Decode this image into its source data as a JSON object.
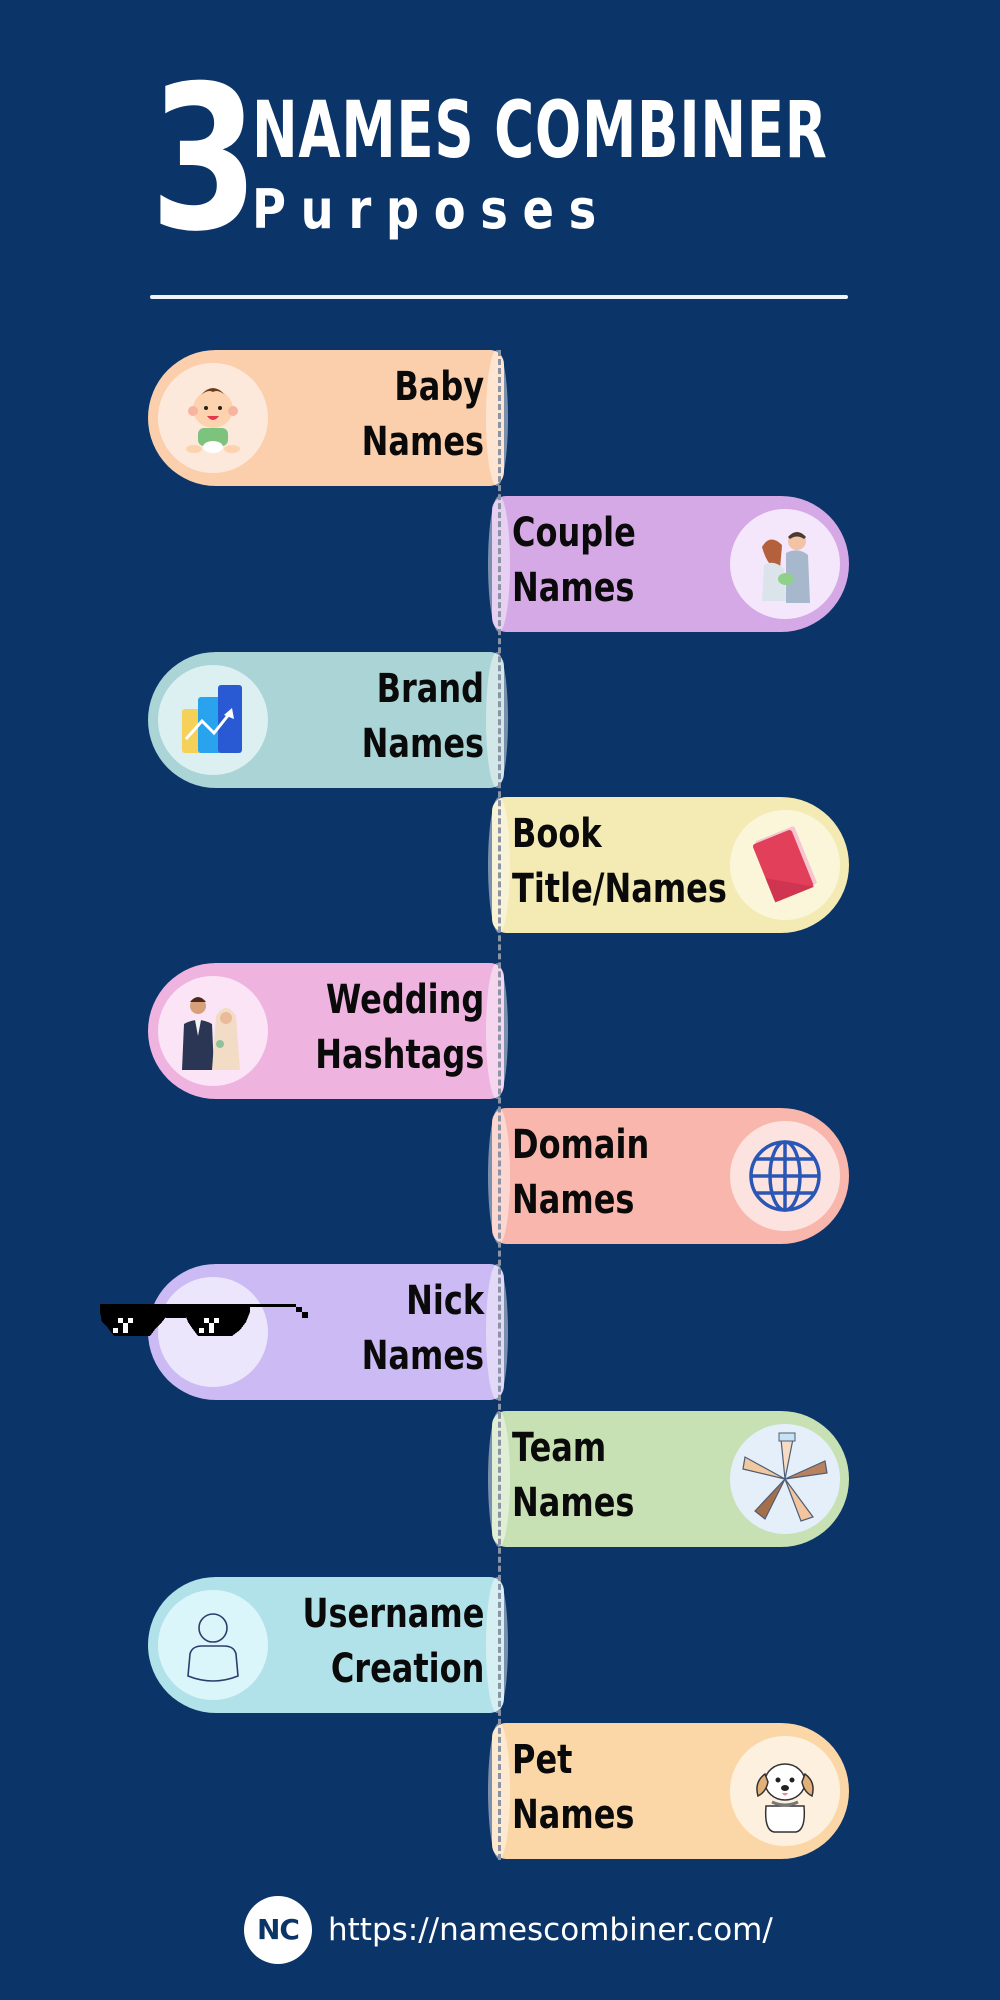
{
  "header": {
    "number": "3",
    "title_line1": "NAMES COMBINER",
    "title_line2": "Purposes"
  },
  "colors": {
    "background": "#0b3468",
    "text": "#0a0a0a",
    "accent_white": "#ffffff",
    "dash_line": "#8b94a5"
  },
  "cards": [
    {
      "line1": "Baby",
      "line2": "Names",
      "side": "left",
      "icon": "baby-icon",
      "color": "#fbcfac",
      "icon_bg": "#fde9dc"
    },
    {
      "line1": "Couple",
      "line2": "Names",
      "side": "right",
      "icon": "couple-icon",
      "color": "#d4a9e6",
      "icon_bg": "#f4e6fb"
    },
    {
      "line1": "Brand",
      "line2": "Names",
      "side": "left",
      "icon": "growth-chart-icon",
      "color": "#abd4d6",
      "icon_bg": "#dcf0f1"
    },
    {
      "line1": "Book",
      "line2": "Title/Names",
      "side": "right",
      "icon": "book-icon",
      "color": "#f3eab4",
      "icon_bg": "#fbf6d9"
    },
    {
      "line1": "Wedding",
      "line2": "Hashtags",
      "side": "left",
      "icon": "bride-groom-icon",
      "color": "#efb3e0",
      "icon_bg": "#fbe4f5"
    },
    {
      "line1": "Domain",
      "line2": "Names",
      "side": "right",
      "icon": "globe-icon",
      "color": "#f9b6ad",
      "icon_bg": "#fde3df"
    },
    {
      "line1": "Nick",
      "line2": "Names",
      "side": "left",
      "icon": "sunglasses-icon",
      "color": "#cbbaf3",
      "icon_bg": "#ece6fd"
    },
    {
      "line1": "Team",
      "line2": "Names",
      "side": "right",
      "icon": "fist-bump-icon",
      "color": "#c7e1b4",
      "icon_bg": "#e5effa"
    },
    {
      "line1": "Username",
      "line2": "Creation",
      "side": "left",
      "icon": "user-icon",
      "color": "#b2e2e9",
      "icon_bg": "#dbf6fb"
    },
    {
      "line1": "Pet",
      "line2": "Names",
      "side": "right",
      "icon": "puppy-icon",
      "color": "#fbd7a8",
      "icon_bg": "#fdf0de"
    }
  ],
  "footer": {
    "logo_text": "NC",
    "url": "https://namescombiner.com/"
  }
}
